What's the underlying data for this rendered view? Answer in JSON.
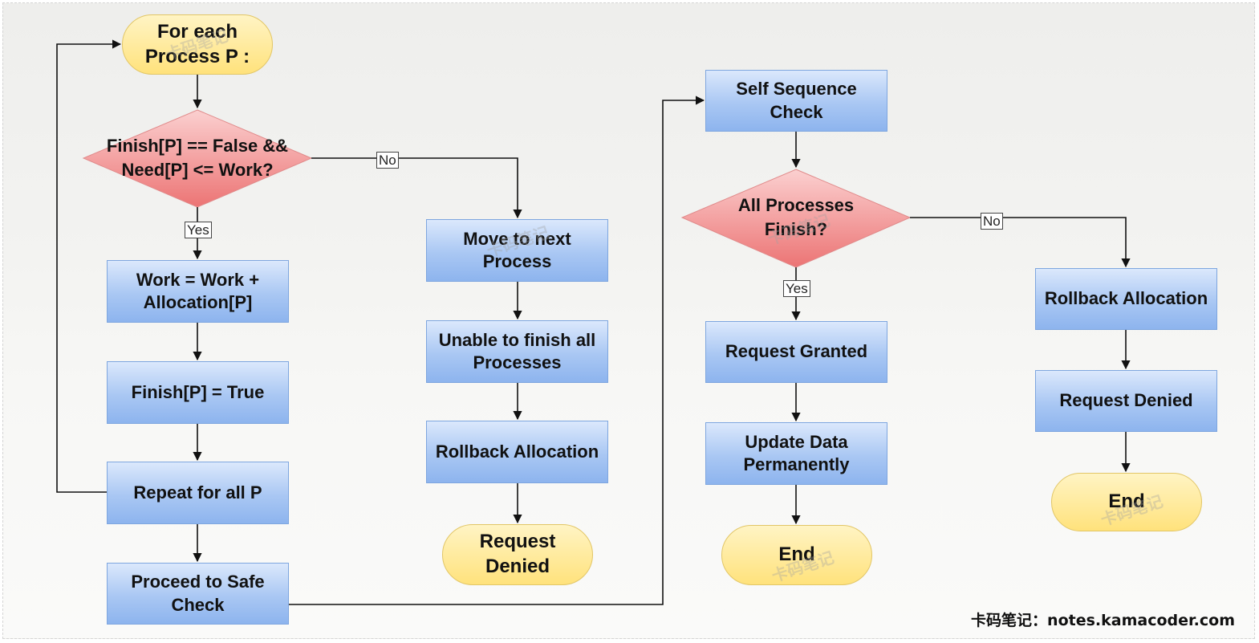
{
  "nodes": {
    "start": "For each\nProcess P :",
    "check_need": "Finish[P] == False &&\nNeed[P] <= Work?",
    "work_update": "Work = Work +\nAllocation[P]",
    "finish_true": "Finish[P] = True",
    "repeat": "Repeat for all P",
    "proceed_safe": "Proceed to Safe\nCheck",
    "move_next": "Move to next\nProcess",
    "unable_finish": "Unable to finish all\nProcesses",
    "rollback_left": "Rollback Allocation",
    "denied_left": "Request\nDenied",
    "self_check": "Self Sequence\nCheck",
    "all_finish": "All Processes\nFinish?",
    "granted": "Request Granted",
    "update_data": "Update Data\nPermanently",
    "end_middle": "End",
    "rollback_right": "Rollback Allocation",
    "denied_right": "Request Denied",
    "end_right": "End"
  },
  "edge_labels": {
    "yes": "Yes",
    "no": "No"
  },
  "watermark": "卡码笔记",
  "footer": "卡码笔记：notes.kamacoder.com",
  "colors": {
    "process_fill": "#a9c7f3",
    "process_border": "#7ea6df",
    "terminal_fill": "#ffe27c",
    "decision_fill": "#f08585",
    "line": "#111111"
  }
}
